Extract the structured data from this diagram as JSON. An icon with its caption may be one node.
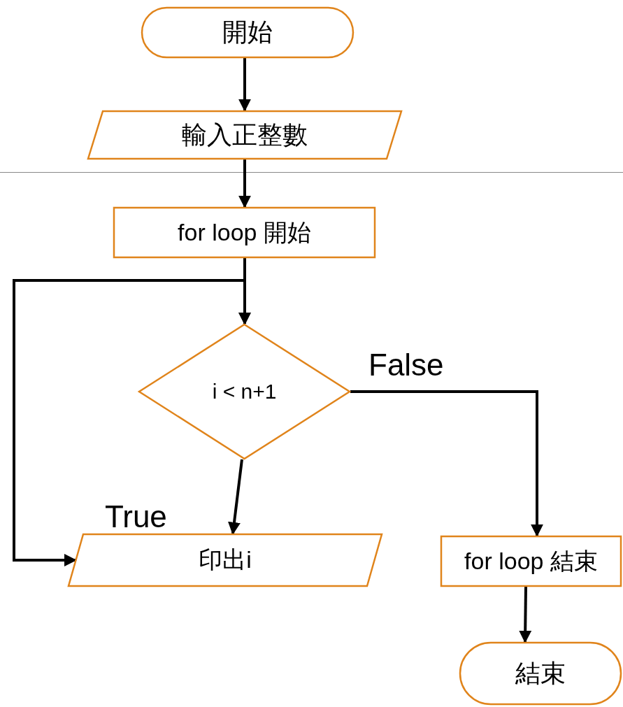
{
  "diagram": {
    "nodes": [
      {
        "text": [
          "開始"
        ]
      },
      {
        "text": [
          "輸入正整數"
        ]
      },
      {
        "text": [
          "for loop 開始"
        ]
      },
      {
        "text": [
          "i < n+1"
        ]
      },
      {
        "text": [
          "印出i"
        ]
      },
      {
        "text": [
          "for loop 結束"
        ]
      },
      {
        "text": [
          "結束"
        ]
      }
    ],
    "edges": [
      {
        "from": 0,
        "to": 1,
        "arrow": "to"
      },
      {
        "from": 1,
        "to": 2,
        "arrow": "to"
      },
      {
        "from": 2,
        "to": 3,
        "arrow": "to"
      },
      {
        "from": 3,
        "to": 4,
        "arrow": "to",
        "label": "True"
      },
      {
        "from": 3,
        "to": 5,
        "arrow": "to",
        "label": "False"
      },
      {
        "from": 5,
        "to": 6,
        "arrow": "to"
      },
      {
        "from": 4,
        "to": 3,
        "arrow": "both"
      }
    ]
  }
}
